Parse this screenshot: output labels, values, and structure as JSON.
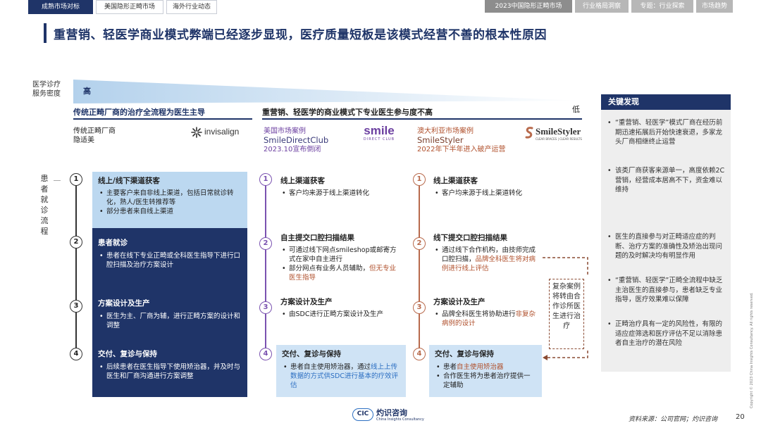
{
  "tabs_left": [
    "成熟市场对标",
    "美国隐形正畸市场",
    "海外行业动态"
  ],
  "tabs_right": [
    "2023中国隐形正畸市场",
    "行业格局洞察",
    "专题：行业探索",
    "市场趋势"
  ],
  "title": "重营销、轻医学商业模式弊端已经逐步显现，医疗质量短板是该模式经营不善的根本性原因",
  "density": {
    "label_line1": "医学诊疗",
    "label_line2": "服务密度",
    "high": "高",
    "low": "低"
  },
  "traditional": {
    "header": "传统正畸厂商的治疗全流程为医生主导",
    "name_line1": "传统正畸厂商",
    "name_line2": "隐适美",
    "brand": "invisalign"
  },
  "heavy": {
    "header": "重营销、轻医学的商业模式下专业医生参与度不高",
    "case1": {
      "line1": "美国市场案例",
      "line2": "SmileDirectClub",
      "line3": "2023.10宣布倒闭",
      "brand_main": "smile",
      "brand_sub": "DIRECT CLUB"
    },
    "case2": {
      "line1": "澳大利亚市场案例",
      "line2": "SmileStyler",
      "line3": "2022年下半年进入破产运营",
      "brand_main": "SmileStyler",
      "brand_sub": "CLEAR BRACES | CLEAR RESULTS"
    }
  },
  "process_label": "患者就诊流程",
  "steps_numbers": [
    "1",
    "2",
    "3",
    "4"
  ],
  "col1": {
    "s1": {
      "title": "线上/线下渠道获客",
      "b1": "主要客户来自非线上渠道，包括日常就诊转化，熟人/医生转推荐等",
      "b2": "部分患者来自线上渠道"
    },
    "s2": {
      "title": "患者就诊",
      "b1": "患者在线下专业正畸或全科医生指导下进行口腔扫描及治疗方案设计"
    },
    "s3": {
      "title": "方案设计及生产",
      "b1": "医生为主、厂商为辅，进行正畸方案的设计和调整"
    },
    "s4": {
      "title": "交付、复诊与保持",
      "b1": "后续患者在医生指导下使用矫治器，并及时与医生和厂商沟通进行方案调整"
    }
  },
  "col2": {
    "s1": {
      "title": "线上渠道获客",
      "b1": "客户均来源于线上渠道转化"
    },
    "s2": {
      "title": "自主提交口腔扫描结果",
      "b1": "可通过线下网点smileshop或邮寄方式在家中自主进行",
      "b2_plain": "部分网点有业务人员辅助，",
      "b2_hl": "但无专业医生指导"
    },
    "s3": {
      "title": "方案设计及生产",
      "b1": "由SDC进行正畸方案设计及生产"
    },
    "s4": {
      "title": "交付、复诊与保持",
      "b1_plain": "患者自主使用矫治器，通过",
      "b1_hl": "线上上传数据的方式供SDC进行基本的疗效评估"
    }
  },
  "col3": {
    "s1": {
      "title": "线上渠道获客",
      "b1": "客户均来源于线上渠道转化"
    },
    "s2": {
      "title": "线下提交口腔扫描结果",
      "b1_plain": "通过线下合作机构，由技师完成口腔扫描，",
      "b1_hl": "品牌全科医生将对病例进行线上评估"
    },
    "s3": {
      "title": "方案设计及生产",
      "b1_plain": "品牌全科医生将协助进行",
      "b1_hl": "非复杂病例的设计"
    },
    "s4": {
      "title": "交付、复诊与保持",
      "b1_plain": "患者",
      "b1_hl": "自主使用矫治器",
      "b2": "合作医生将为患者治疗提供一定辅助"
    }
  },
  "complex_note": "复杂案例将转由合作诊所医生进行治疗",
  "findings": {
    "header": "关键发现",
    "items": [
      "“重营销、轻医学”模式厂商在经历前期迅速拓展后开始快速衰退，多家龙头厂商相继终止运营",
      "该类厂商获客来源单一，高度依赖2C营销，经营成本居高不下，资金难以维持",
      "医生的直接参与对正畸适应症的判断、治疗方案的准确性及矫治出现问题的及时解决均有明显作用",
      "“重营销、轻医学”正畸全流程中缺乏主治医生的直接参与，患者缺乏专业指导，医疗效果难以保障",
      "正畸治疗具有一定的风险性，有限的适应症筛选和医疗评估不足以消除患者自主治疗的潜在风险"
    ]
  },
  "footer": {
    "logo_main": "灼识咨询",
    "logo_sub": "China Insights Consultancy",
    "logo_mark": "CIC",
    "source": "资料来源：公司官网；灼识咨询",
    "page": "20",
    "copyright": "Copyright © 2023 China Insights Consultancy. All rights reserved."
  },
  "colors": {
    "navy": "#1f3468",
    "light_blue": "#bcd8f0",
    "purple": "#7a52b0",
    "orange": "#b86a4c",
    "finding_bg": "#eeeeee"
  }
}
